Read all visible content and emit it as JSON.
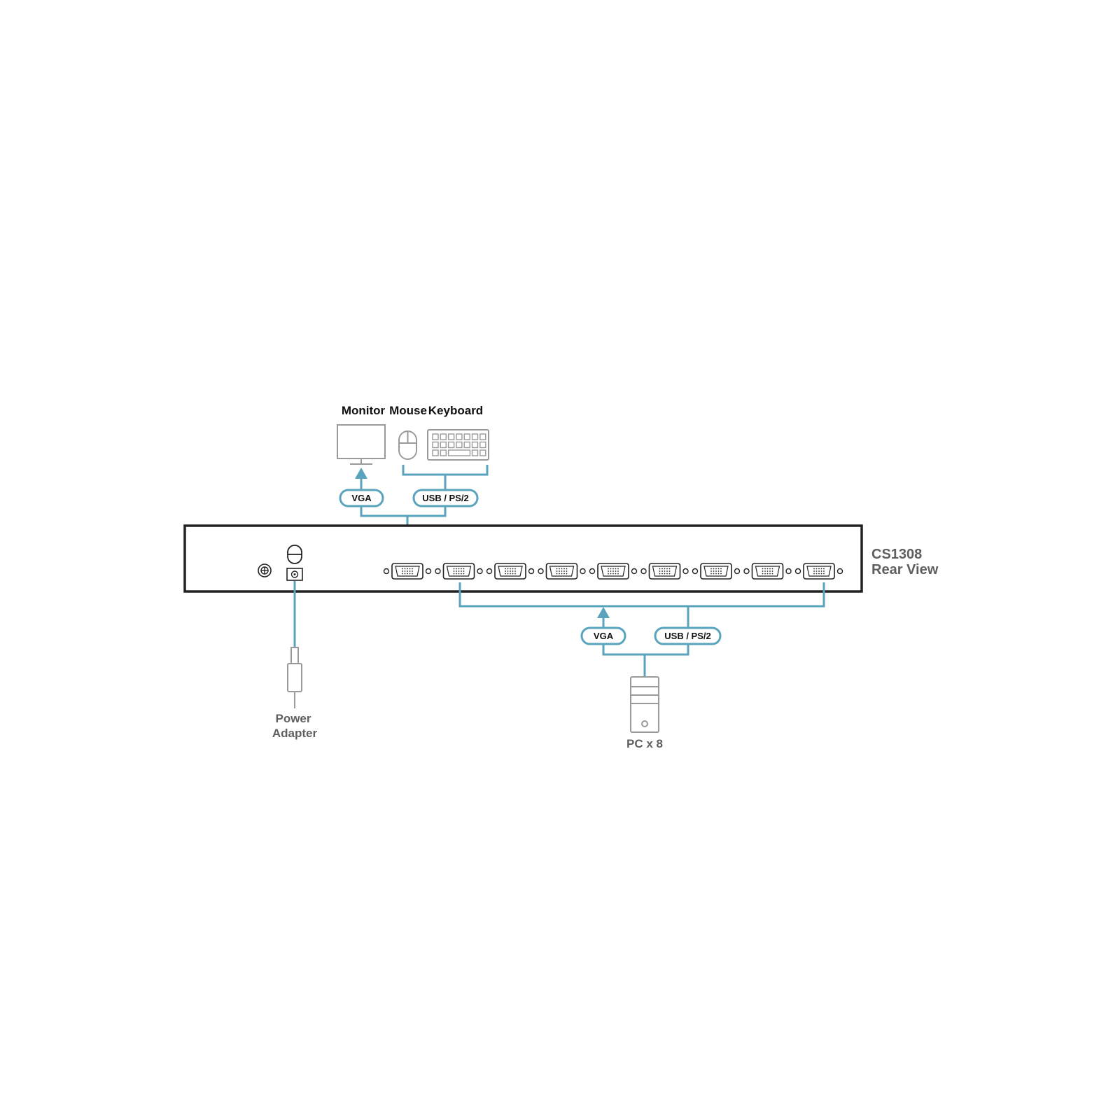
{
  "labels": {
    "monitor": "Monitor",
    "mouse": "Mouse",
    "keyboard": "Keyboard",
    "model_line1": "CS1308",
    "model_line2": "Rear View",
    "power_line1": "Power",
    "power_line2": "Adapter",
    "pc": "PC x 8"
  },
  "top_connectors": {
    "vga": "VGA",
    "usb_ps2": "USB / PS/2"
  },
  "bottom_connectors": {
    "vga": "VGA",
    "usb_ps2": "USB / PS/2"
  },
  "device": {
    "console_port_count": 1,
    "pc_port_count": 8
  },
  "colors": {
    "cable": "#5aa3bd",
    "device_outline": "#9a9a9a",
    "chassis": "#222222",
    "label_grey": "#5f5f5f"
  },
  "icons": [
    "monitor-icon",
    "mouse-icon",
    "keyboard-icon",
    "ground-icon",
    "power-switch-icon",
    "power-jack-icon",
    "power-adapter-icon",
    "pc-tower-icon"
  ]
}
